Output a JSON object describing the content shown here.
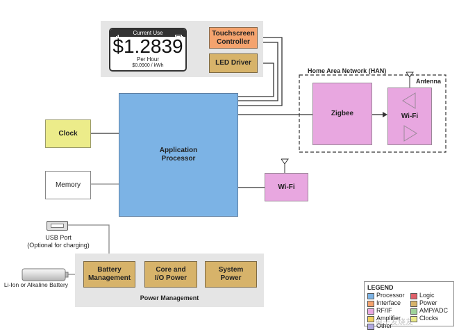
{
  "display": {
    "header": "Current Use",
    "price": "$1.2839",
    "per": "Per Hour",
    "rate": "$0.0900 / kWh"
  },
  "blocks": {
    "touchscreen": "Touchscreen\nController",
    "led": "LED Driver",
    "processor": "Application\nProcessor",
    "clock": "Clock",
    "memory": "Memory",
    "wifi": "Wi-Fi",
    "zigbee": "Zigbee",
    "han_wifi": "Wi-Fi",
    "battery_mgmt": "Battery\nManagement",
    "core_io": "Core and\nI/O Power",
    "system_power": "System\nPower"
  },
  "labels": {
    "han": "Home Area Network (HAN)",
    "antenna": "Antenna",
    "usb": "USB Port",
    "usb_note": "(Optional for charging)",
    "battery": "Li-Ion or Alkaline Battery",
    "power_mgmt": "Power Management"
  },
  "legend": {
    "title": "LEGEND",
    "items": [
      {
        "label": "Processor",
        "color": "#7cb3e5"
      },
      {
        "label": "Logic",
        "color": "#e0606a"
      },
      {
        "label": "Interface",
        "color": "#f4a36e"
      },
      {
        "label": "Power",
        "color": "#d7b36a"
      },
      {
        "label": "RF/IF",
        "color": "#e8a7e0"
      },
      {
        "label": "AMP/ADC",
        "color": "#9ed39a"
      },
      {
        "label": "Amplifier",
        "color": "#f0d060"
      },
      {
        "label": "Clocks",
        "color": "#ecec8a"
      },
      {
        "label": "Other",
        "color": "#b0a8e0"
      }
    ]
  },
  "watermark": "电子发烧友"
}
